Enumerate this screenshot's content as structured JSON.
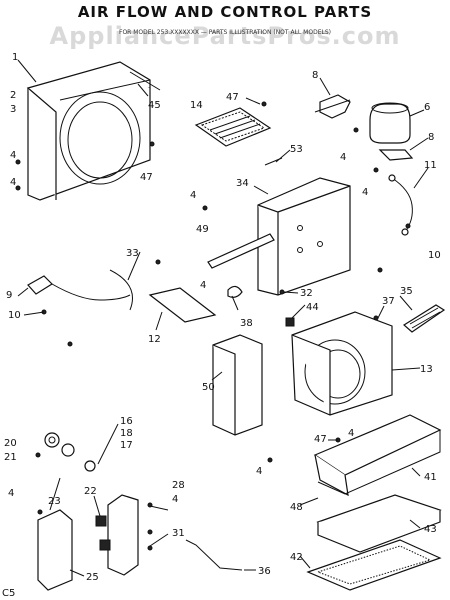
{
  "title": "AIR FLOW AND CONTROL PARTS",
  "watermark": "AppliancePartsPros.com",
  "subtitle": "FOR MODEL 253.XXXXXXX — PARTS ILLUSTRATION (NOT ALL MODELS)",
  "corner_code": "C5",
  "callouts": [
    "1",
    "2",
    "3",
    "4",
    "4",
    "45",
    "47",
    "14",
    "47",
    "8",
    "6",
    "8",
    "53",
    "11",
    "4",
    "34",
    "4",
    "4",
    "49",
    "10",
    "33",
    "9",
    "10",
    "4",
    "32",
    "44",
    "38",
    "12",
    "35",
    "37",
    "13",
    "50",
    "47",
    "4",
    "4",
    "16",
    "18",
    "17",
    "20",
    "21",
    "22",
    "28",
    "4",
    "4",
    "23",
    "31",
    "25",
    "36",
    "41",
    "48",
    "43",
    "42"
  ],
  "colors": {
    "line": "#111111",
    "watermark": "#d9d9d9",
    "background": "#ffffff"
  }
}
